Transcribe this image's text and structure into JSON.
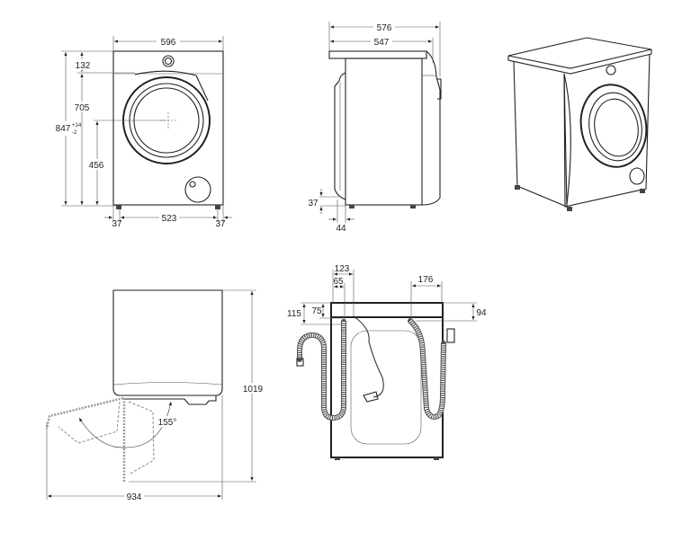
{
  "title": "Washing machine dimension drawing",
  "front_view": {
    "width": "596",
    "top_panel": "132",
    "door_height": "705",
    "total_height": "847",
    "tol_plus": "+14",
    "tol_minus": "-2",
    "door_center": "456",
    "feet_span": "523",
    "foot_left": "37",
    "foot_right": "37"
  },
  "side_view": {
    "depth_total": "576",
    "depth_body": "547",
    "foot_height": "37",
    "foot_offset": "44"
  },
  "top_view": {
    "door_angle": "155°",
    "depth_open": "1019",
    "width_open": "934"
  },
  "rear_view": {
    "inlet_offset": "123",
    "drain_offset": "65",
    "right_offset": "176",
    "drain_height": "75",
    "inlet_height": "115",
    "right_height": "94"
  }
}
